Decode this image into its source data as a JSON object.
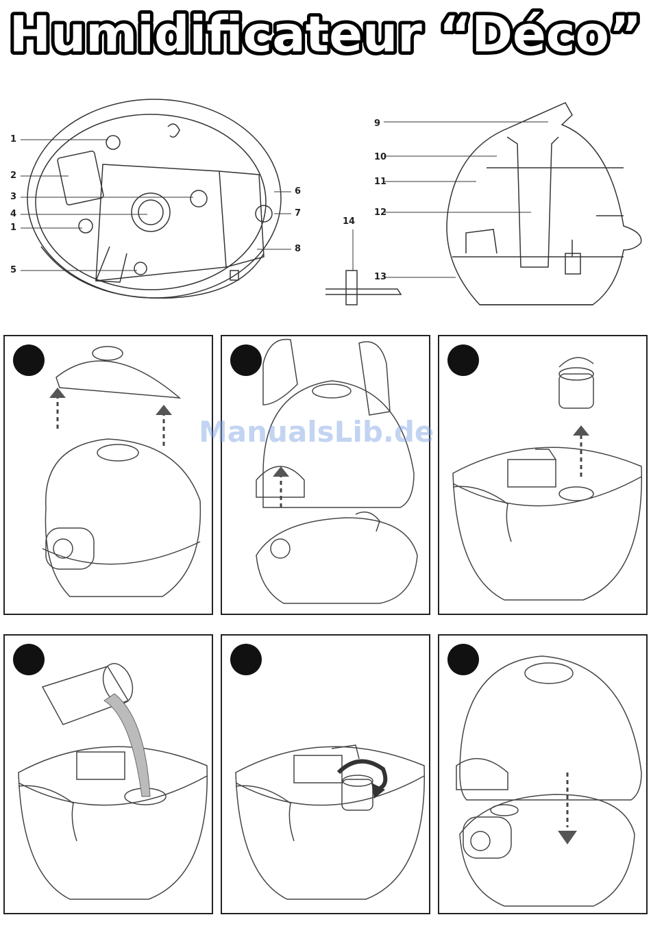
{
  "title": "Humidificateur “Déco”",
  "watermark": "ManualsLib.de",
  "parts_left": [
    "1",
    "2",
    "3",
    "4",
    "1",
    "5",
    "6",
    "7",
    "8"
  ],
  "parts_right": [
    "9",
    "10",
    "11",
    "12",
    "14",
    "13"
  ],
  "accent_color": "#78a0e1"
}
